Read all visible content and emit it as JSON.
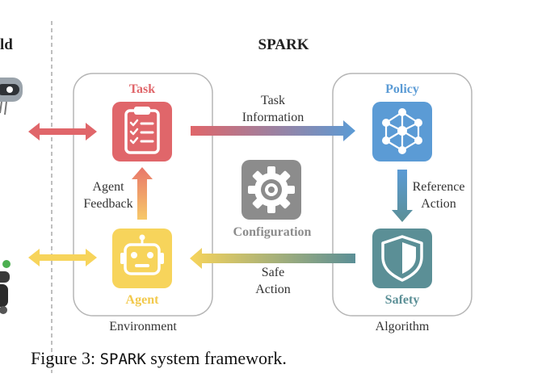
{
  "header": {
    "left_fragment": "ld",
    "title": "SPARK"
  },
  "environment": {
    "caption": "Environment",
    "task_label": "Task",
    "agent_label": "Agent",
    "feedback_label_line1": "Agent",
    "feedback_label_line2": "Feedback"
  },
  "algorithm": {
    "caption": "Algorithm",
    "policy_label": "Policy",
    "safety_label": "Safety",
    "reference_line1": "Reference",
    "reference_line2": "Action"
  },
  "flows": {
    "task_info_line1": "Task",
    "task_info_line2": "Information",
    "safe_action_line1": "Safe",
    "safe_action_line2": "Action"
  },
  "configuration": {
    "label": "Configuration"
  },
  "figure_caption": {
    "prefix": "Figure 3: ",
    "name": "SPARK",
    "suffix": " system framework."
  },
  "icons": {
    "task": "clipboard-checklist-icon",
    "agent": "robot-face-icon",
    "policy": "neural-network-icon",
    "safety": "shield-icon",
    "configuration": "gear-icon",
    "robot_top": "robot-head-icon",
    "robot_bottom": "robot-arm-icon"
  },
  "colors": {
    "task": "#e0666a",
    "agent": "#f7d45b",
    "policy": "#5b9bd5",
    "safety": "#5b8f96",
    "configuration": "#8c8c8c",
    "dashed_line": "#aaaaaa",
    "group_border": "#b5b5b5"
  }
}
